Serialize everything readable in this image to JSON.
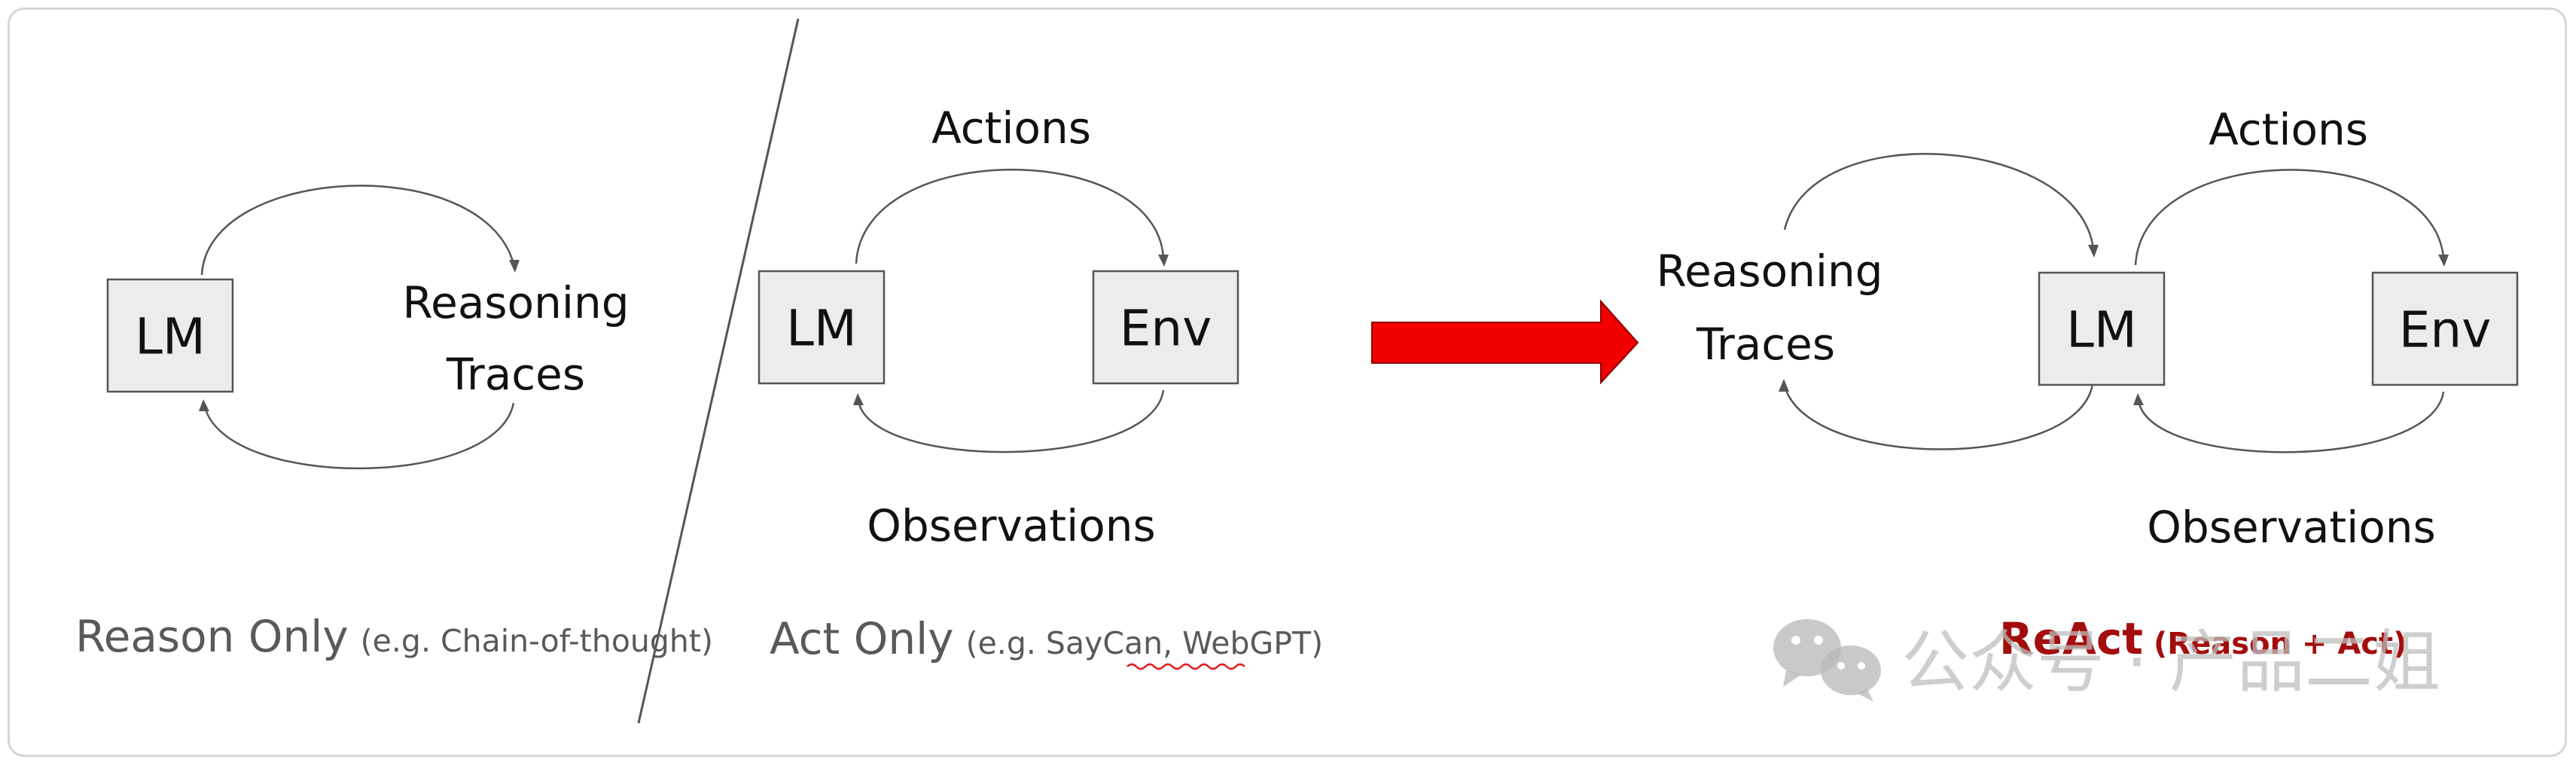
{
  "panels": {
    "reason_only": {
      "lm_label": "LM",
      "reasoning_label_line1": "Reasoning",
      "reasoning_label_line2": "Traces",
      "caption_main": "Reason Only",
      "caption_sub": "(e.g. Chain-of-thought)"
    },
    "act_only": {
      "lm_label": "LM",
      "env_label": "Env",
      "actions_label": "Actions",
      "observations_label": "Observations",
      "caption_main": "Act Only",
      "caption_sub_prefix": "(e.g. SayCan, ",
      "caption_sub_webgpt": "WebGPT",
      "caption_sub_suffix": ")"
    },
    "react": {
      "reasoning_label_line1": "Reasoning",
      "reasoning_label_line2": "Traces",
      "lm_label": "LM",
      "env_label": "Env",
      "actions_label": "Actions",
      "observations_label": "Observations",
      "caption_main": "ReAct",
      "caption_sub": "(Reason + Act)"
    }
  },
  "transition_arrow": {
    "color": "#f20000"
  },
  "watermark": {
    "text": "公众号 · 产品二姐",
    "icon": "wechat-icon"
  },
  "colors": {
    "react_caption": "#a30d0d",
    "box_fill": "#ececec",
    "stroke": "#555555"
  }
}
